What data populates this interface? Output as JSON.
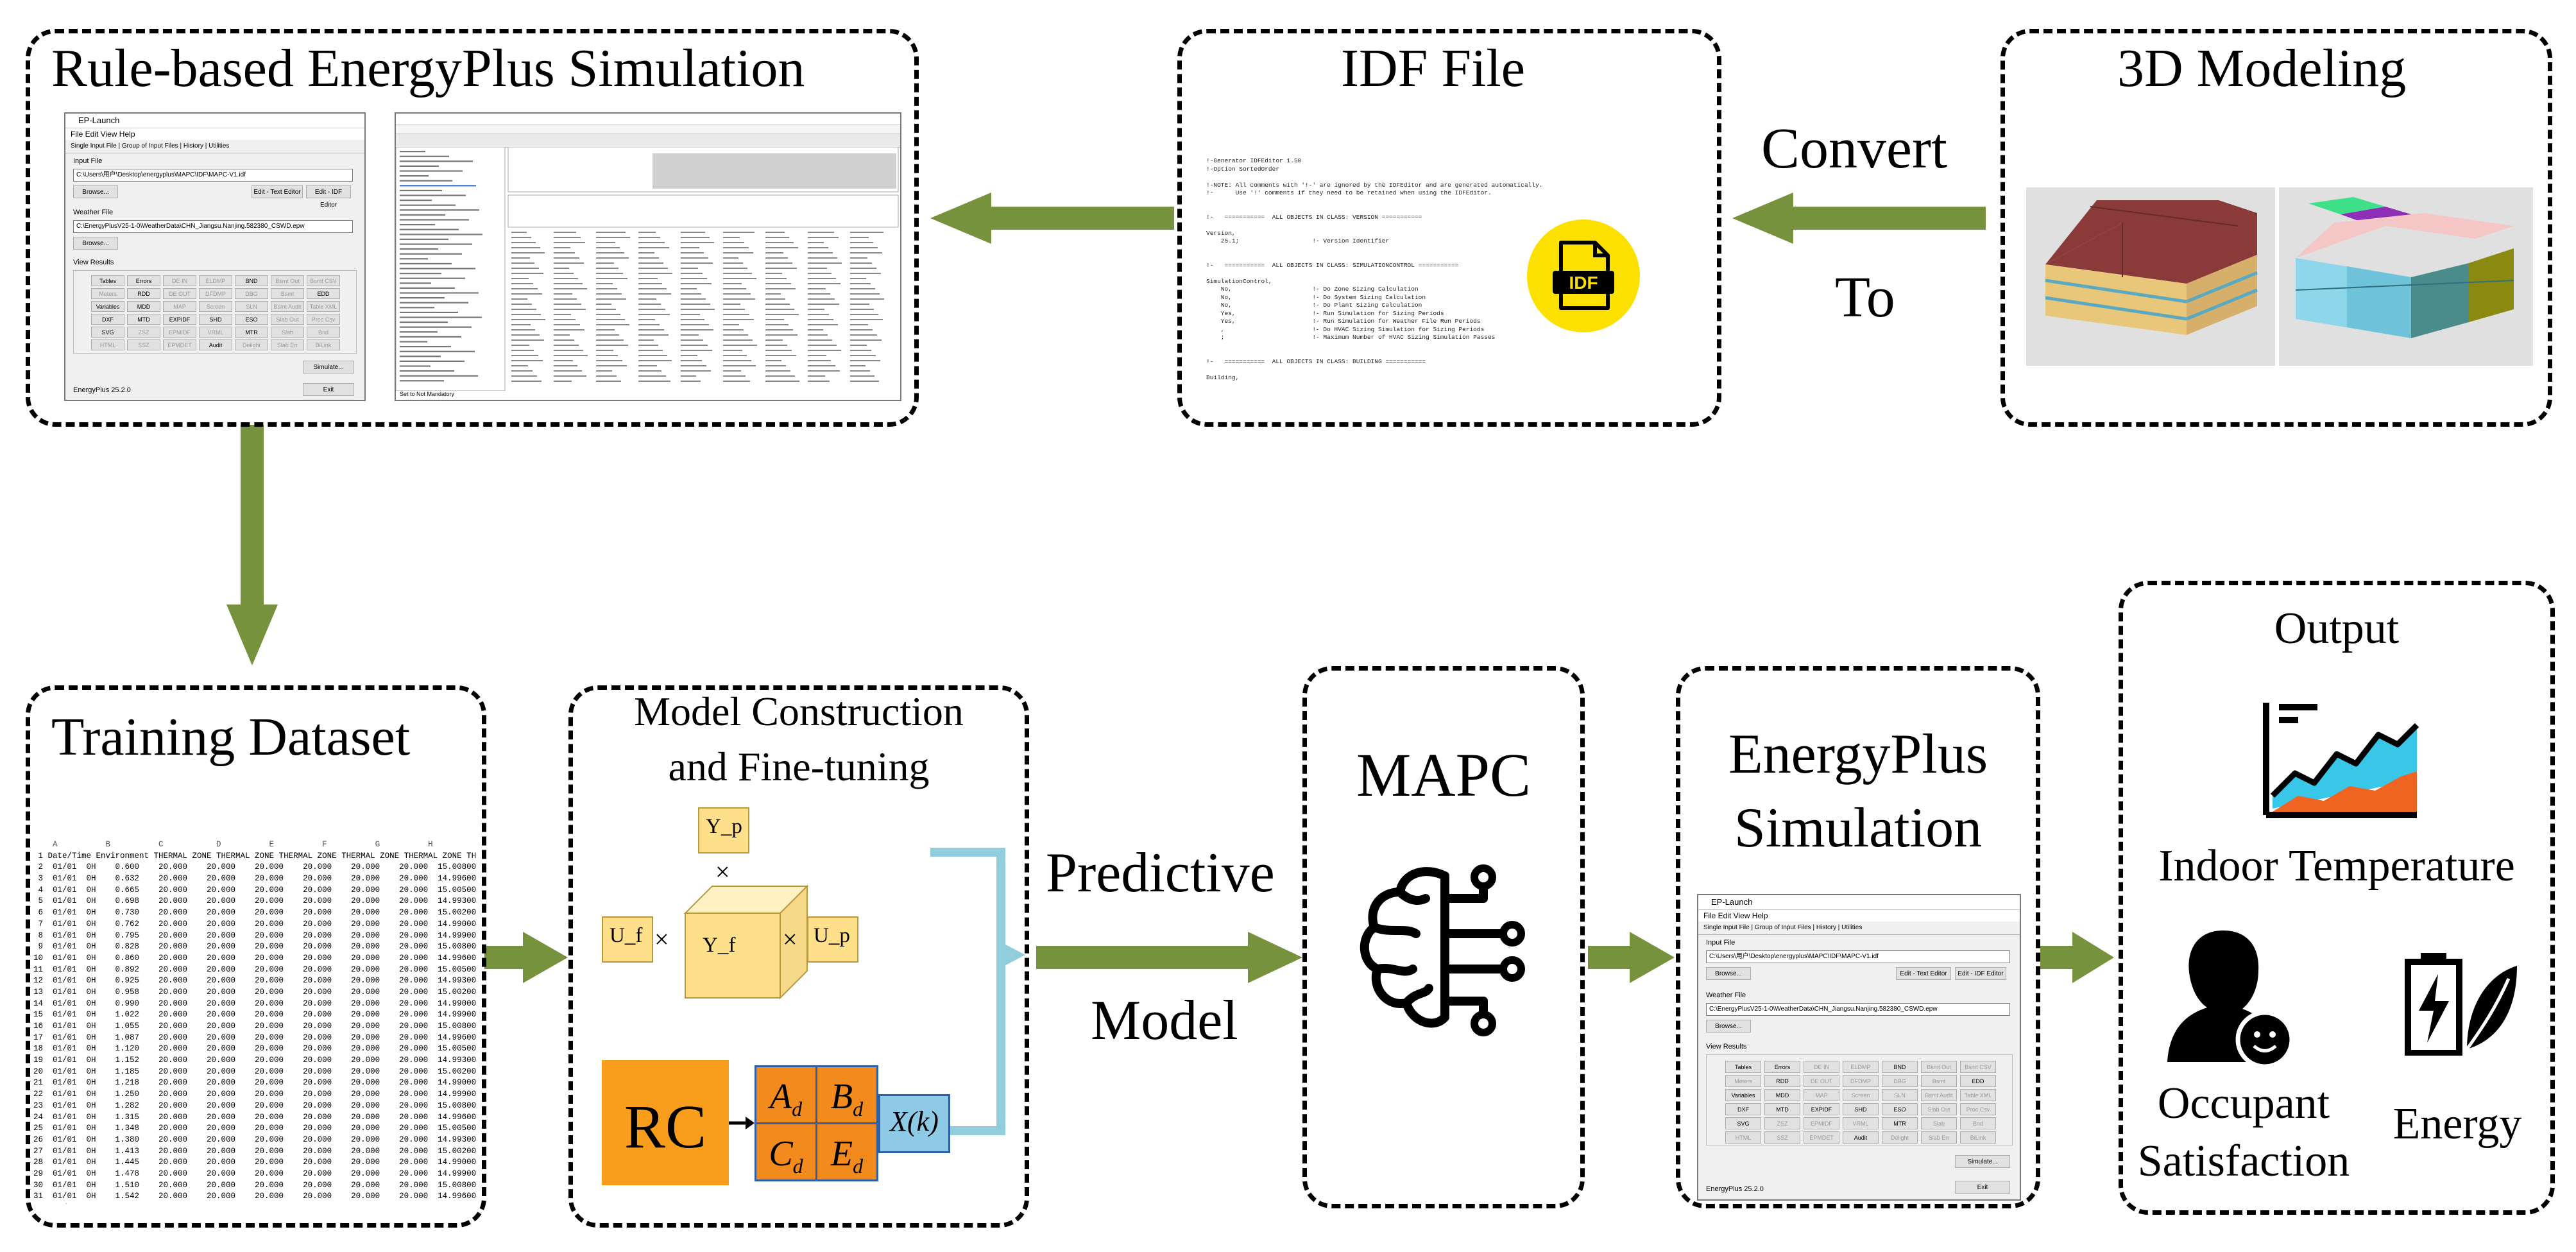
{
  "colors": {
    "arrow": "#76923c",
    "rc_box": "#f99d1c",
    "matrix_fill": "#f28a1e",
    "matrix_border": "#2e5fa6",
    "state_fill": "#8ecae6",
    "feedback_line": "#92cddc",
    "cube_fill": "#ffe08a",
    "idf_badge": "#fce100"
  },
  "boxes": {
    "rule_based": {
      "title": "Rule-based EnergyPlus Simulation"
    },
    "idf_file": {
      "title": "IDF File"
    },
    "modeling_3d": {
      "title": "3D Modeling"
    },
    "training": {
      "title": "Training Dataset"
    },
    "model_construction": {
      "title_line1": "Model Construction",
      "title_line2": "and Fine-tuning"
    },
    "mapc": {
      "title": "MAPC"
    },
    "eplus_sim": {
      "title_line1": "EnergyPlus",
      "title_line2": "Simulation"
    },
    "output": {
      "title": "Output",
      "indoor_temp": "Indoor Temperature",
      "occupant_line1": "Occupant",
      "occupant_line2": "Satisfaction",
      "energy": "Energy"
    }
  },
  "arrow_labels": {
    "convert": "Convert",
    "to": "To",
    "predictive": "Predictive",
    "model": "Model"
  },
  "model": {
    "tensor_y_p": "Y_p",
    "tensor_y_f": "Y_f",
    "tensor_u_f": "U_f",
    "tensor_u_p": "U_p",
    "times": "×",
    "rc": "RC",
    "matrix": [
      "A",
      "B",
      "C",
      "E"
    ],
    "matrix_sub": "d",
    "state": "X(k)"
  },
  "idf": {
    "badge": "IDF",
    "lines": [
      "!-Generator IDFEditor 1.50",
      "!-Option SortedOrder",
      "",
      "!-NOTE: All comments with '!-' are ignored by the IDFEditor and are generated automatically.",
      "!-      Use '!' comments if they need to be retained when using the IDFEditor.",
      "",
      "",
      "!-   ===========  ALL OBJECTS IN CLASS: VERSION ===========",
      "",
      "Version,",
      "    25.1;                    !- Version Identifier",
      "",
      "",
      "!-   ===========  ALL OBJECTS IN CLASS: SIMULATIONCONTROL ===========",
      "",
      "SimulationControl,",
      "    No,                      !- Do Zone Sizing Calculation",
      "    No,                      !- Do System Sizing Calculation",
      "    No,                      !- Do Plant Sizing Calculation",
      "    Yes,                     !- Run Simulation for Sizing Periods",
      "    Yes,                     !- Run Simulation for Weather File Run Periods",
      "    ,                        !- Do HVAC Sizing Simulation for Sizing Periods",
      "    ;                        !- Maximum Number of HVAC Sizing Simulation Passes",
      "",
      "",
      "!-   ===========  ALL OBJECTS IN CLASS: BUILDING ===========",
      "",
      "Building,"
    ]
  },
  "ep_launch": {
    "title": "EP-Launch",
    "menu": "File   Edit   View   Help",
    "tabs": "Single Input File | Group of Input Files | History | Utilities",
    "input_label": "Input File",
    "input_value": "C:\\Users\\用户\\Desktop\\energyplus\\MAPC\\IDF\\MAPC-V1.idf",
    "weather_label": "Weather File",
    "weather_value": "C:\\EnergyPlusV25-1-0\\WeatherData\\CHN_Jiangsu.Nanjing.582380_CSWD.epw",
    "browse": "Browse...",
    "edit_text": "Edit - Text Editor",
    "edit_idf": "Edit - IDF Editor",
    "view_results": "View Results",
    "results_rows": [
      [
        "Tables",
        "Errors",
        "DE IN",
        "ELDMP",
        "BND",
        "Bsmt Out",
        "Bsmt CSV"
      ],
      [
        "Meters",
        "RDD",
        "DE OUT",
        "DFDMP",
        "DBG",
        "Bsmt",
        "EDD"
      ],
      [
        "Variables",
        "MDD",
        "MAP",
        "Screen",
        "SLN",
        "Bsmt Audit",
        "Table XML"
      ],
      [
        "DXF",
        "MTD",
        "EXPIDF",
        "SHD",
        "ESO",
        "Slab Out",
        "Proc Csv"
      ],
      [
        "SVG",
        "ZSZ",
        "EPMIDF",
        "VRML",
        "MTR",
        "Slab",
        "Bnd"
      ],
      [
        "HTML",
        "SSZ",
        "EPMDET",
        "Audit",
        "Delight",
        "Slab Err",
        "BiLink"
      ]
    ],
    "simulate": "Simulate...",
    "exit": "Exit",
    "status": "EnergyPlus 25.2.0"
  },
  "idf_editor_status": "Set to Not Mandatory"
}
